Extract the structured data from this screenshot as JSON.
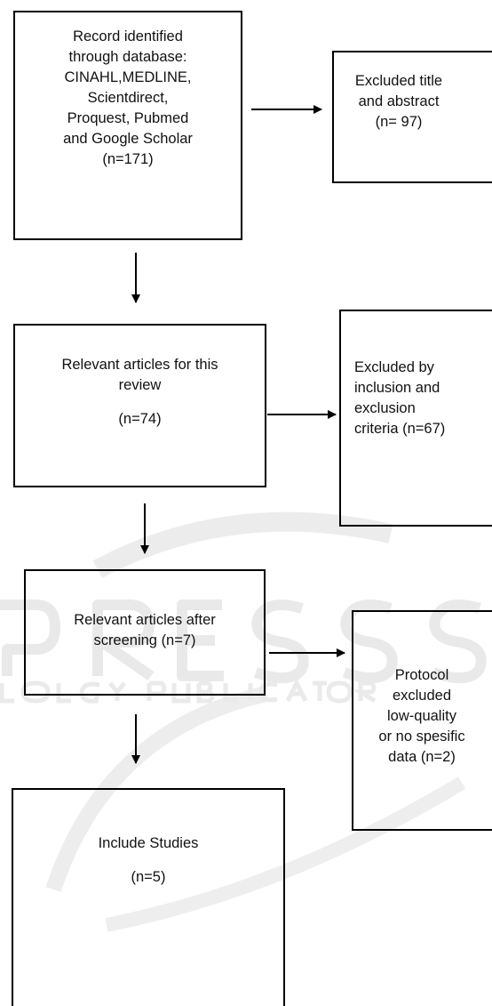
{
  "boxes": {
    "identified": {
      "lines": [
        "Record identified",
        "through database:",
        "CINAHL,MEDLINE,",
        "Scientdirect,",
        "Proquest, Pubmed",
        "and Google Scholar",
        "(n=171)"
      ]
    },
    "excluded_title": {
      "lines": [
        "Excluded title",
        "and abstract",
        "(n= 97)"
      ]
    },
    "relevant": {
      "line1": "Relevant articles for this",
      "line2": "review",
      "count": "(n=74)"
    },
    "excluded_criteria": {
      "lines": [
        "Excluded by",
        "inclusion and",
        "exclusion",
        "criteria (n=67)"
      ]
    },
    "screening": {
      "lines": [
        "Relevant articles after",
        "screening (n=7)"
      ]
    },
    "protocol": {
      "lines": [
        "Protocol",
        "excluded",
        "low-quality",
        "or no spesific",
        "data (n=2)"
      ]
    },
    "include": {
      "title": "Include Studies",
      "count": "(n=5)"
    }
  },
  "colors": {
    "border": "#000000",
    "text": "#111111",
    "watermark": "#e6e6e6"
  }
}
